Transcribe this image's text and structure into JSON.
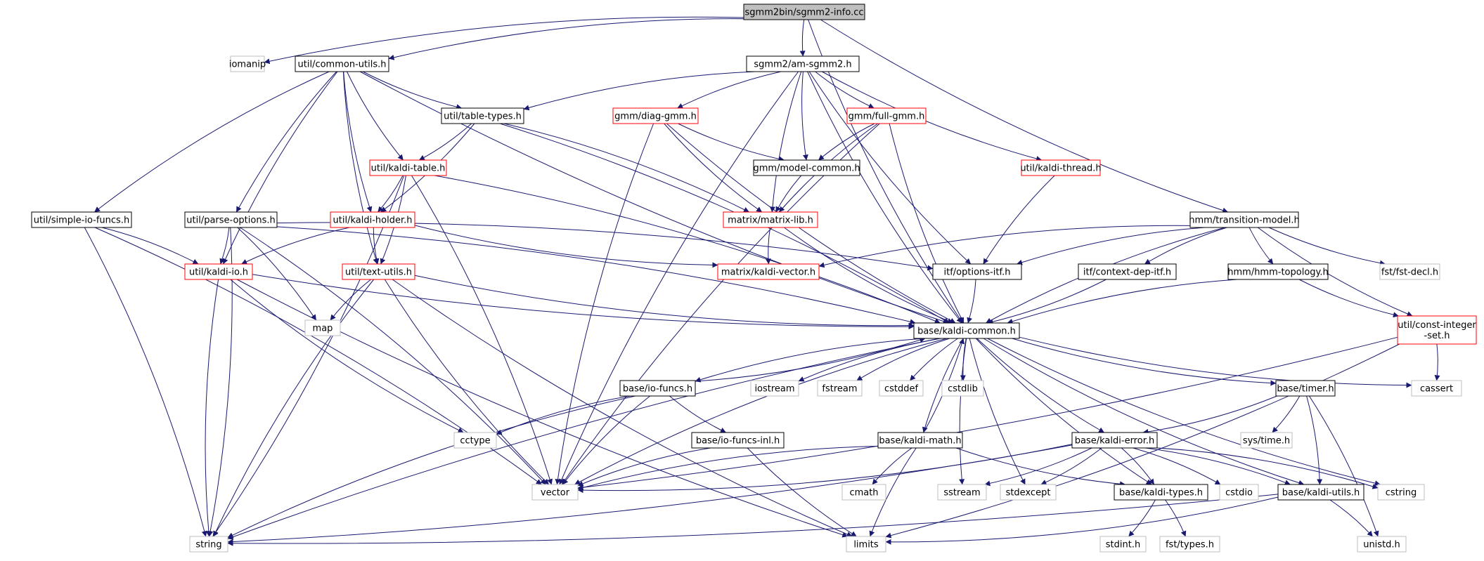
{
  "colors": {
    "edge": "#191970",
    "border_normal": "#000000",
    "border_red": "#ff0000",
    "border_gray": "#bfbfbf",
    "root_fill": "#bfbfbf",
    "text": "#000000"
  },
  "nodes": [
    {
      "id": "root",
      "label": "sgmm2bin/sgmm2-info.cc",
      "style": "root"
    },
    {
      "id": "iomanip",
      "label": "iomanip",
      "style": "gray"
    },
    {
      "id": "common_utils",
      "label": "util/common-utils.h",
      "style": "normal"
    },
    {
      "id": "am_sgmm2",
      "label": "sgmm2/am-sgmm2.h",
      "style": "normal"
    },
    {
      "id": "table_types",
      "label": "util/table-types.h",
      "style": "normal"
    },
    {
      "id": "diag_gmm",
      "label": "gmm/diag-gmm.h",
      "style": "red"
    },
    {
      "id": "full_gmm",
      "label": "gmm/full-gmm.h",
      "style": "red"
    },
    {
      "id": "kaldi_table",
      "label": "util/kaldi-table.h",
      "style": "red"
    },
    {
      "id": "model_common",
      "label": "gmm/model-common.h",
      "style": "normal"
    },
    {
      "id": "kaldi_thread",
      "label": "util/kaldi-thread.h",
      "style": "red"
    },
    {
      "id": "simple_io",
      "label": "util/simple-io-funcs.h",
      "style": "normal"
    },
    {
      "id": "parse_options",
      "label": "util/parse-options.h",
      "style": "normal"
    },
    {
      "id": "kaldi_holder",
      "label": "util/kaldi-holder.h",
      "style": "red"
    },
    {
      "id": "matrix_lib",
      "label": "matrix/matrix-lib.h",
      "style": "red"
    },
    {
      "id": "transition_model",
      "label": "hmm/transition-model.h",
      "style": "normal"
    },
    {
      "id": "kaldi_io",
      "label": "util/kaldi-io.h",
      "style": "red"
    },
    {
      "id": "text_utils",
      "label": "util/text-utils.h",
      "style": "red"
    },
    {
      "id": "kaldi_vector",
      "label": "matrix/kaldi-vector.h",
      "style": "red"
    },
    {
      "id": "options_itf",
      "label": "itf/options-itf.h",
      "style": "normal"
    },
    {
      "id": "context_dep_itf",
      "label": "itf/context-dep-itf.h",
      "style": "normal"
    },
    {
      "id": "hmm_topology",
      "label": "hmm/hmm-topology.h",
      "style": "normal"
    },
    {
      "id": "fst_decl",
      "label": "fst/fst-decl.h",
      "style": "gray"
    },
    {
      "id": "map",
      "label": "map",
      "style": "gray"
    },
    {
      "id": "kaldi_common",
      "label": "base/kaldi-common.h",
      "style": "normal"
    },
    {
      "id": "const_integer_set",
      "label": "util/const-integer\n-set.h",
      "style": "red"
    },
    {
      "id": "io_funcs",
      "label": "base/io-funcs.h",
      "style": "normal"
    },
    {
      "id": "iostream",
      "label": "iostream",
      "style": "gray"
    },
    {
      "id": "fstream",
      "label": "fstream",
      "style": "gray"
    },
    {
      "id": "cstddef",
      "label": "cstddef",
      "style": "gray"
    },
    {
      "id": "cstdlib",
      "label": "cstdlib",
      "style": "gray"
    },
    {
      "id": "timer",
      "label": "base/timer.h",
      "style": "normal"
    },
    {
      "id": "cassert",
      "label": "cassert",
      "style": "gray"
    },
    {
      "id": "cctype",
      "label": "cctype",
      "style": "gray"
    },
    {
      "id": "io_funcs_inl",
      "label": "base/io-funcs-inl.h",
      "style": "normal"
    },
    {
      "id": "sys_time",
      "label": "sys/time.h",
      "style": "gray"
    },
    {
      "id": "kaldi_math",
      "label": "base/kaldi-math.h",
      "style": "normal"
    },
    {
      "id": "kaldi_error",
      "label": "base/kaldi-error.h",
      "style": "normal"
    },
    {
      "id": "vector",
      "label": "vector",
      "style": "gray"
    },
    {
      "id": "cmath",
      "label": "cmath",
      "style": "gray"
    },
    {
      "id": "sstream",
      "label": "sstream",
      "style": "gray"
    },
    {
      "id": "stdexcept",
      "label": "stdexcept",
      "style": "gray"
    },
    {
      "id": "kaldi_types",
      "label": "base/kaldi-types.h",
      "style": "normal"
    },
    {
      "id": "cstdio",
      "label": "cstdio",
      "style": "gray"
    },
    {
      "id": "kaldi_utils",
      "label": "base/kaldi-utils.h",
      "style": "normal"
    },
    {
      "id": "cstring",
      "label": "cstring",
      "style": "gray"
    },
    {
      "id": "string",
      "label": "string",
      "style": "gray"
    },
    {
      "id": "limits",
      "label": "limits",
      "style": "gray"
    },
    {
      "id": "stdint",
      "label": "stdint.h",
      "style": "gray"
    },
    {
      "id": "fst_types",
      "label": "fst/types.h",
      "style": "gray"
    },
    {
      "id": "unistd",
      "label": "unistd.h",
      "style": "gray"
    }
  ],
  "edges": [
    [
      "root",
      "iomanip"
    ],
    [
      "root",
      "common_utils"
    ],
    [
      "root",
      "am_sgmm2"
    ],
    [
      "root",
      "transition_model"
    ],
    [
      "root",
      "kaldi_common"
    ],
    [
      "common_utils",
      "table_types"
    ],
    [
      "common_utils",
      "kaldi_table"
    ],
    [
      "common_utils",
      "simple_io"
    ],
    [
      "common_utils",
      "parse_options"
    ],
    [
      "common_utils",
      "kaldi_holder"
    ],
    [
      "common_utils",
      "kaldi_io"
    ],
    [
      "common_utils",
      "text_utils"
    ],
    [
      "common_utils",
      "kaldi_common"
    ],
    [
      "am_sgmm2",
      "table_types"
    ],
    [
      "am_sgmm2",
      "diag_gmm"
    ],
    [
      "am_sgmm2",
      "full_gmm"
    ],
    [
      "am_sgmm2",
      "model_common"
    ],
    [
      "am_sgmm2",
      "kaldi_thread"
    ],
    [
      "am_sgmm2",
      "matrix_lib"
    ],
    [
      "am_sgmm2",
      "options_itf"
    ],
    [
      "am_sgmm2",
      "kaldi_common"
    ],
    [
      "am_sgmm2",
      "vector"
    ],
    [
      "table_types",
      "kaldi_table"
    ],
    [
      "table_types",
      "kaldi_holder"
    ],
    [
      "table_types",
      "matrix_lib"
    ],
    [
      "table_types",
      "kaldi_common"
    ],
    [
      "diag_gmm",
      "model_common"
    ],
    [
      "diag_gmm",
      "matrix_lib"
    ],
    [
      "diag_gmm",
      "kaldi_common"
    ],
    [
      "diag_gmm",
      "vector"
    ],
    [
      "full_gmm",
      "model_common"
    ],
    [
      "full_gmm",
      "matrix_lib"
    ],
    [
      "full_gmm",
      "kaldi_common"
    ],
    [
      "full_gmm",
      "vector"
    ],
    [
      "kaldi_table",
      "kaldi_holder"
    ],
    [
      "kaldi_table",
      "text_utils"
    ],
    [
      "kaldi_table",
      "kaldi_common"
    ],
    [
      "kaldi_table",
      "string"
    ],
    [
      "kaldi_table",
      "vector"
    ],
    [
      "model_common",
      "matrix_lib"
    ],
    [
      "kaldi_thread",
      "options_itf"
    ],
    [
      "simple_io",
      "kaldi_io"
    ],
    [
      "simple_io",
      "string"
    ],
    [
      "simple_io",
      "vector"
    ],
    [
      "parse_options",
      "kaldi_io"
    ],
    [
      "parse_options",
      "options_itf"
    ],
    [
      "parse_options",
      "kaldi_common"
    ],
    [
      "parse_options",
      "map"
    ],
    [
      "parse_options",
      "string"
    ],
    [
      "parse_options",
      "vector"
    ],
    [
      "kaldi_holder",
      "kaldi_io"
    ],
    [
      "kaldi_holder",
      "text_utils"
    ],
    [
      "kaldi_holder",
      "kaldi_vector"
    ],
    [
      "matrix_lib",
      "kaldi_vector"
    ],
    [
      "matrix_lib",
      "kaldi_common"
    ],
    [
      "transition_model",
      "kaldi_vector"
    ],
    [
      "transition_model",
      "options_itf"
    ],
    [
      "transition_model",
      "context_dep_itf"
    ],
    [
      "transition_model",
      "hmm_topology"
    ],
    [
      "transition_model",
      "fst_decl"
    ],
    [
      "transition_model",
      "const_integer_set"
    ],
    [
      "transition_model",
      "kaldi_common"
    ],
    [
      "kaldi_io",
      "kaldi_common"
    ],
    [
      "kaldi_io",
      "cctype"
    ],
    [
      "kaldi_io",
      "string"
    ],
    [
      "kaldi_io",
      "limits"
    ],
    [
      "text_utils",
      "kaldi_common"
    ],
    [
      "text_utils",
      "map"
    ],
    [
      "text_utils",
      "string"
    ],
    [
      "text_utils",
      "vector"
    ],
    [
      "text_utils",
      "limits"
    ],
    [
      "options_itf",
      "kaldi_common"
    ],
    [
      "context_dep_itf",
      "kaldi_common"
    ],
    [
      "hmm_topology",
      "kaldi_common"
    ],
    [
      "hmm_topology",
      "const_integer_set"
    ],
    [
      "const_integer_set",
      "vector"
    ],
    [
      "const_integer_set",
      "cassert"
    ],
    [
      "const_integer_set",
      "limits"
    ],
    [
      "kaldi_common",
      "io_funcs"
    ],
    [
      "kaldi_common",
      "iostream"
    ],
    [
      "kaldi_common",
      "fstream"
    ],
    [
      "kaldi_common",
      "cstddef"
    ],
    [
      "kaldi_common",
      "cstdlib"
    ],
    [
      "kaldi_common",
      "timer"
    ],
    [
      "kaldi_common",
      "cassert"
    ],
    [
      "kaldi_common",
      "kaldi_math"
    ],
    [
      "kaldi_common",
      "kaldi_error"
    ],
    [
      "kaldi_common",
      "kaldi_types"
    ],
    [
      "kaldi_common",
      "kaldi_utils"
    ],
    [
      "kaldi_common",
      "cstring"
    ],
    [
      "kaldi_common",
      "sstream"
    ],
    [
      "kaldi_common",
      "stdexcept"
    ],
    [
      "kaldi_common",
      "string"
    ],
    [
      "kaldi_common",
      "vector"
    ],
    [
      "io_funcs",
      "kaldi_common"
    ],
    [
      "io_funcs",
      "io_funcs_inl"
    ],
    [
      "io_funcs",
      "cctype"
    ],
    [
      "io_funcs",
      "vector"
    ],
    [
      "io_funcs",
      "string"
    ],
    [
      "io_funcs_inl",
      "vector"
    ],
    [
      "io_funcs_inl",
      "limits"
    ],
    [
      "timer",
      "kaldi_error"
    ],
    [
      "timer",
      "sys_time"
    ],
    [
      "timer",
      "kaldi_utils"
    ],
    [
      "timer",
      "unistd"
    ],
    [
      "kaldi_math",
      "kaldi_common"
    ],
    [
      "kaldi_math",
      "cmath"
    ],
    [
      "kaldi_math",
      "limits"
    ],
    [
      "kaldi_math",
      "kaldi_types"
    ],
    [
      "kaldi_math",
      "vector"
    ],
    [
      "kaldi_error",
      "kaldi_types"
    ],
    [
      "kaldi_error",
      "kaldi_utils"
    ],
    [
      "kaldi_error",
      "sstream"
    ],
    [
      "kaldi_error",
      "stdexcept"
    ],
    [
      "kaldi_error",
      "cstdio"
    ],
    [
      "kaldi_error",
      "cstring"
    ],
    [
      "kaldi_error",
      "vector"
    ],
    [
      "kaldi_error",
      "string"
    ],
    [
      "kaldi_types",
      "stdint"
    ],
    [
      "kaldi_types",
      "fst_types"
    ],
    [
      "kaldi_utils",
      "string"
    ],
    [
      "kaldi_utils",
      "limits"
    ],
    [
      "kaldi_utils",
      "unistd"
    ]
  ]
}
